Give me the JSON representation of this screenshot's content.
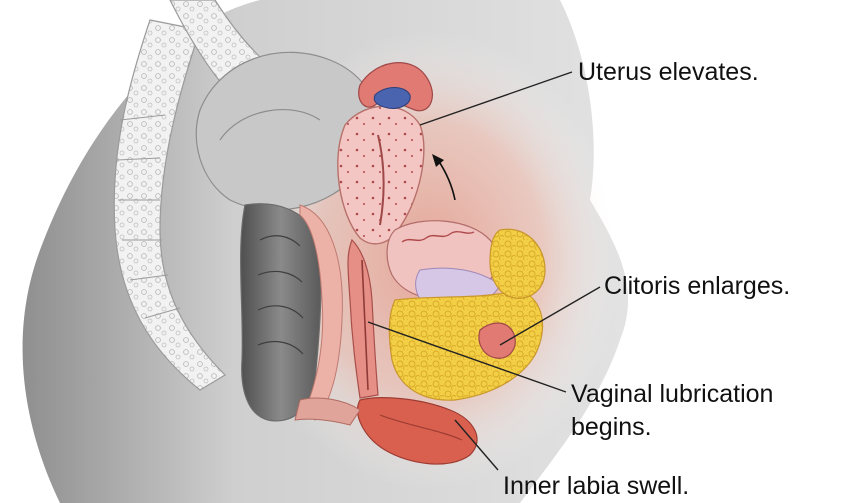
{
  "labels": {
    "uterus": "Uterus elevates.",
    "clitoris": "Clitoris enlarges.",
    "vaginal_line1": "Vaginal lubrication",
    "vaginal_line2": "begins.",
    "labia": "Inner labia swell."
  },
  "colors": {
    "skin": "#d9d9d9",
    "skin_shadow": "#9a9a9a",
    "bone": "#ececec",
    "tissue_pink": "#f0c0b8",
    "tissue_red": "#d9604f",
    "fat_yellow": "#f3d24a",
    "vein_blue": "#4a64b0",
    "rectum_gray": "#6f6f6f",
    "leader_line": "#222222"
  }
}
